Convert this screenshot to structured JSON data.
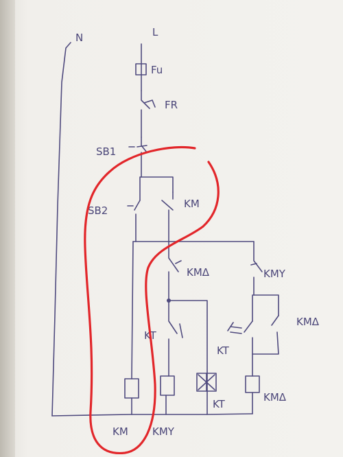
{
  "labels": {
    "neutral": "N",
    "line": "L",
    "fuse": "Fu",
    "thermal_relay": "FR",
    "stop_button": "SB1",
    "start_button": "SB2",
    "main_contact": "KM",
    "delta_contact_upper": "KMΔ",
    "star_contact": "KMY",
    "timer_nc": "KT",
    "timer_no": "KT",
    "delta_contact_right": "KMΔ",
    "coil_timer": "KT",
    "coil_delta": "KMΔ",
    "coil_main": "KM",
    "coil_star": "KMY"
  },
  "colors": {
    "ink": "#4f4a7e",
    "highlight": "#e2262a",
    "paper": "#f3f2ee"
  }
}
